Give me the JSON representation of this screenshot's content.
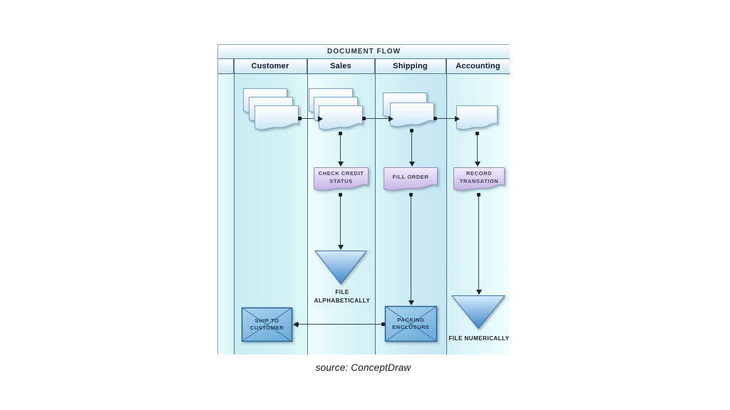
{
  "page": {
    "caption": "source: ConceptDraw",
    "background": "#ffffff"
  },
  "diagram": {
    "title": "DOCUMENT FLOW",
    "lanes": [
      {
        "label": "Customer"
      },
      {
        "label": "Sales"
      },
      {
        "label": "Shipping"
      },
      {
        "label": "Accounting"
      }
    ],
    "nodes": {
      "customer_documents": {
        "type": "document-stack",
        "lane": "Customer",
        "count": 3
      },
      "sales_documents": {
        "type": "document-stack",
        "lane": "Sales",
        "count": 3
      },
      "shipping_documents": {
        "type": "document-stack",
        "lane": "Shipping",
        "count": 2
      },
      "accounting_document": {
        "type": "document",
        "lane": "Accounting",
        "count": 1
      },
      "check_credit_status": {
        "type": "document",
        "lane": "Sales",
        "label": "CHECK CREDIT STATUS"
      },
      "fill_order": {
        "type": "document",
        "lane": "Shipping",
        "label": "FILL ORDER"
      },
      "record_transation": {
        "type": "document",
        "lane": "Accounting",
        "label": "RECORD TRANSATION"
      },
      "file_alphabetically": {
        "type": "offline-storage",
        "lane": "Sales",
        "label": "FILE ALPHABETICALLY"
      },
      "file_numerically": {
        "type": "offline-storage",
        "lane": "Accounting",
        "label": "FILE NUMERICALLY"
      },
      "ship_to_customer": {
        "type": "envelope",
        "lane": "Customer",
        "label": "SHIP TO CUSTOMER"
      },
      "packing_enclosure": {
        "type": "envelope",
        "lane": "Shipping",
        "label": "PACKING ENCLOSURE"
      }
    },
    "edges": [
      {
        "from": "customer_documents",
        "to": "sales_documents"
      },
      {
        "from": "sales_documents",
        "to": "shipping_documents"
      },
      {
        "from": "shipping_documents",
        "to": "accounting_document"
      },
      {
        "from": "sales_documents",
        "to": "check_credit_status"
      },
      {
        "from": "check_credit_status",
        "to": "file_alphabetically"
      },
      {
        "from": "shipping_documents",
        "to": "fill_order"
      },
      {
        "from": "fill_order",
        "to": "packing_enclosure"
      },
      {
        "from": "packing_enclosure",
        "to": "ship_to_customer"
      },
      {
        "from": "accounting_document",
        "to": "record_transation"
      },
      {
        "from": "record_transation",
        "to": "file_numerically"
      }
    ],
    "colors": {
      "lane_border": "#4e7585",
      "background": "#d2f0f4",
      "document_fill_top": "#ffffff",
      "document_fill_bottom": "#c6e2f4",
      "process_fill_top": "#f1ecfc",
      "process_fill_bottom": "#c5b3e4",
      "triangle_fill_top": "#d6ecfb",
      "triangle_fill_bottom": "#3f86c9",
      "envelope_fill_top": "#a9d4ef",
      "envelope_fill_bottom": "#72aedb",
      "connector": "#2e4a57"
    }
  }
}
